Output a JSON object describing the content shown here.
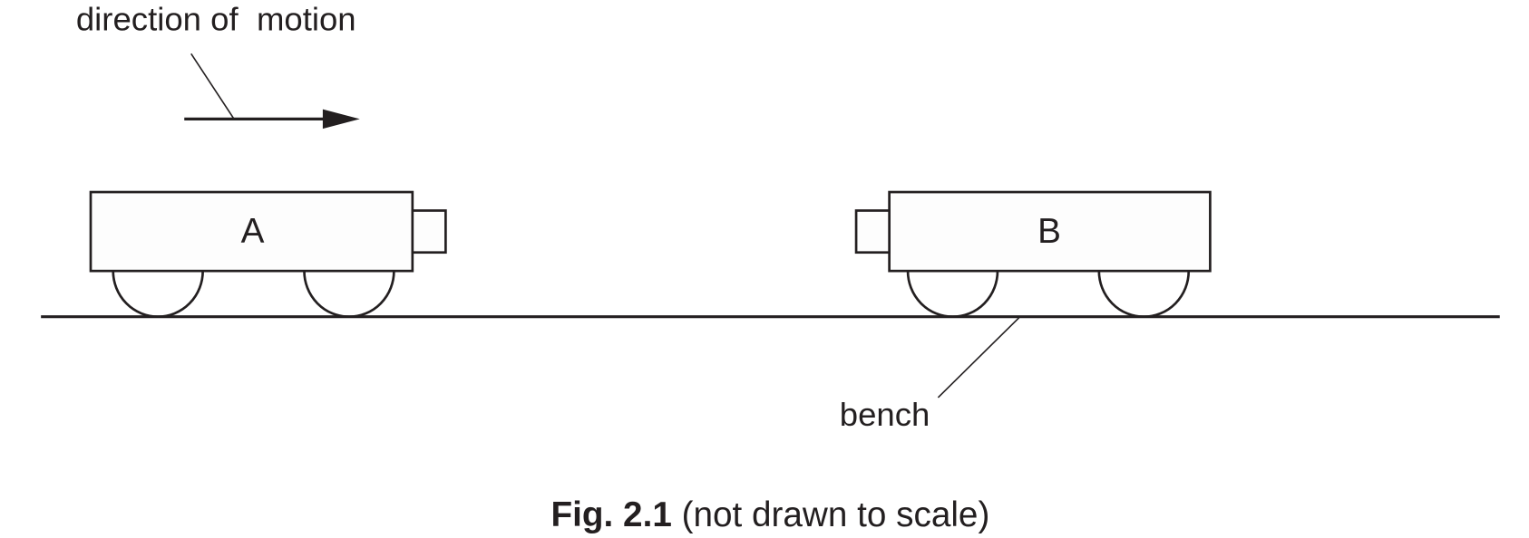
{
  "labels": {
    "direction": "direction of  motion",
    "cart_a": "A",
    "cart_b": "B",
    "bench": "bench"
  },
  "caption": {
    "fig": "Fig. 2.1",
    "note": " (not drawn to scale)"
  }
}
